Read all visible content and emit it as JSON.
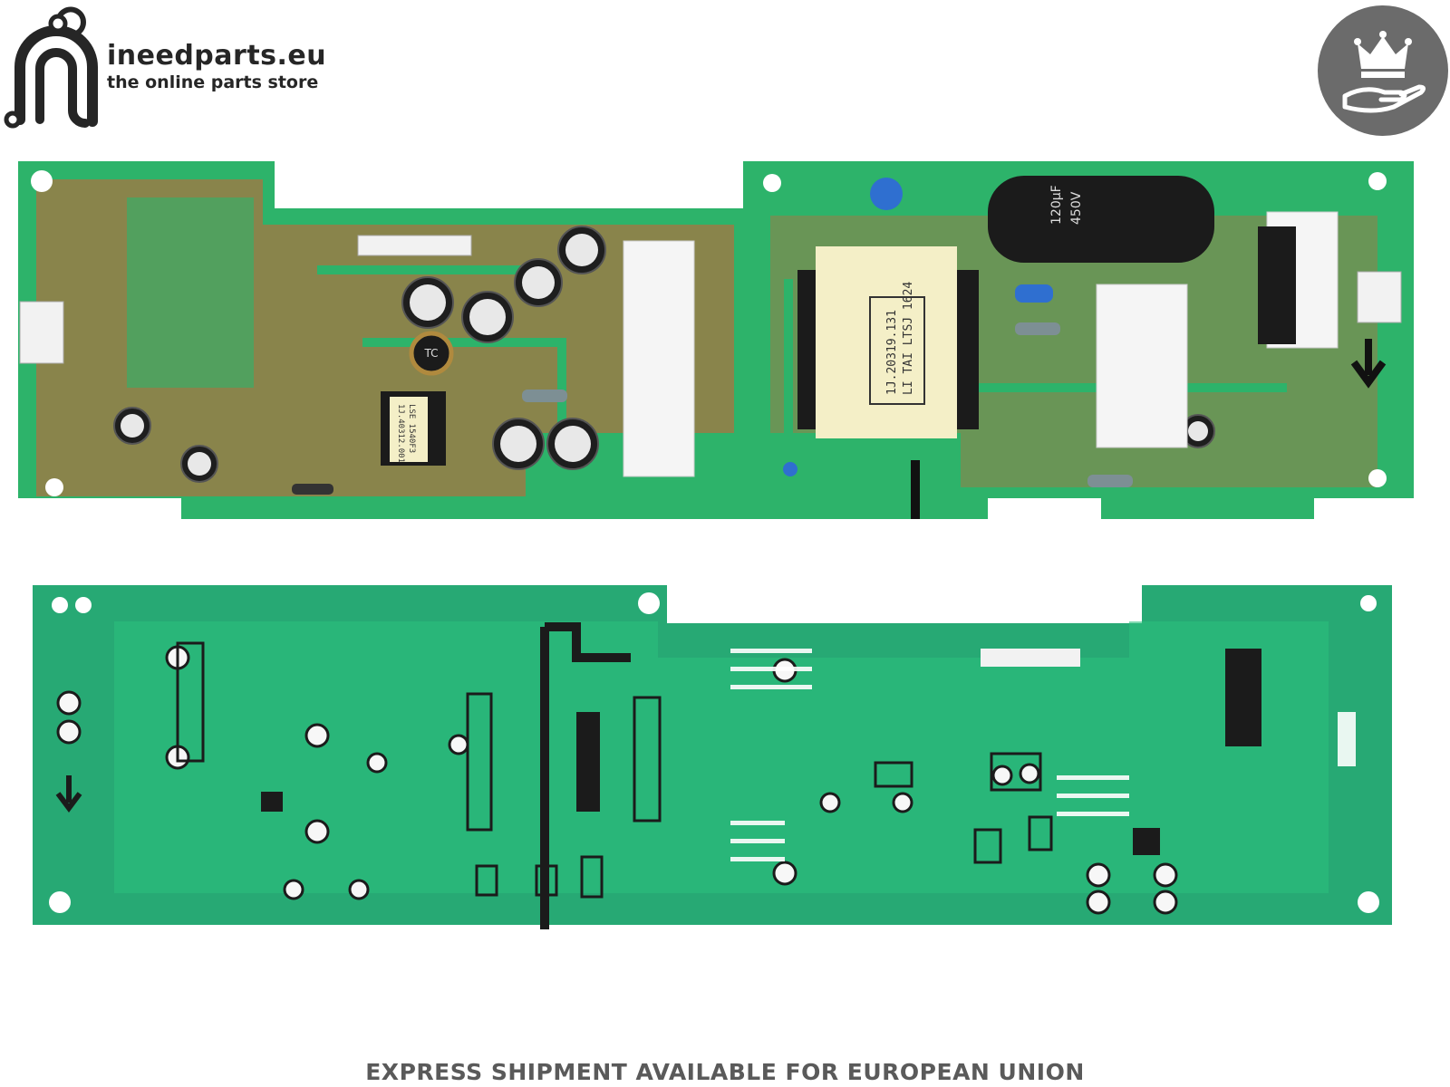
{
  "brand": {
    "name": "ineedparts.eu",
    "tagline": "the online parts store"
  },
  "board_top": {
    "transformer_label_line1": "1J.20319.131",
    "transformer_label_line2": "LI TAI LTSJ 1624",
    "capacitor_rating": "450V",
    "capacitor_value": "120µF",
    "inductor_mark": "TC",
    "small_transformer_line1": "1J.40312.001",
    "small_transformer_line2": "LSE 1540F3"
  },
  "footer": {
    "text": "EXPRESS SHIPMENT AVAILABLE FOR EUROPEAN UNION"
  },
  "colors": {
    "pcb_green": "#2db36a",
    "pcb_copper": "#9a7b45",
    "pcb_bottom": "#27a974",
    "badge": "#6b6b6b"
  }
}
